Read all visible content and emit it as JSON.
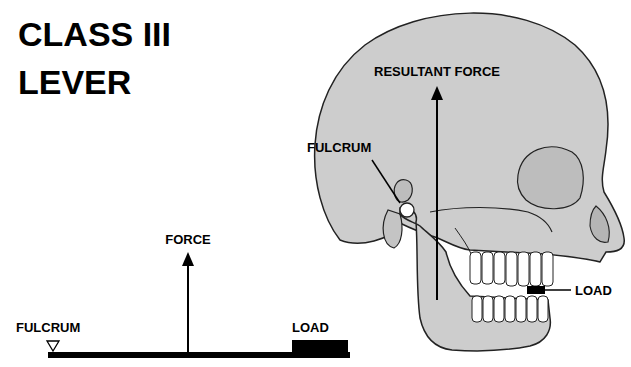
{
  "diagram": {
    "title": "CLASS III LEVER",
    "labels": [
      "RESULTANT FORCE",
      "FULCRUM",
      "FORCE",
      "FULCRUM",
      "LOAD",
      "LOAD"
    ]
  }
}
